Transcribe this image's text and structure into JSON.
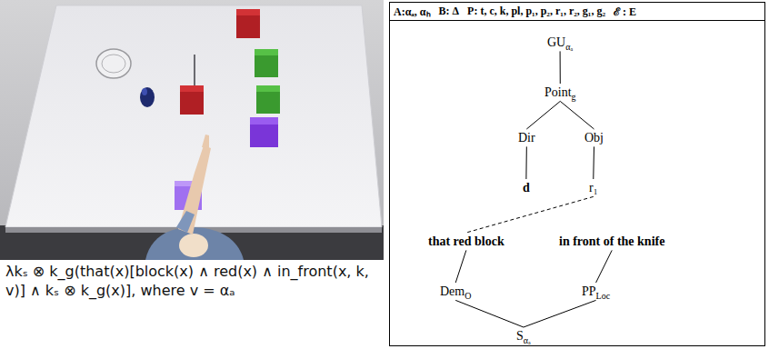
{
  "diagram": {
    "nodes": [
      {
        "text": [
          "A:αₐ, αₕ",
          "B: Δ",
          "P: t, c, k, pl, p₁, p₂, r₁, r₂, g₁, g₂",
          "ℰ : E"
        ]
      },
      {
        "text": [
          "GU",
          "αₐ"
        ],
        "in": 0
      },
      {
        "text": [
          "Point",
          "g"
        ],
        "in": 0
      },
      {
        "text": [
          "Dir"
        ],
        "in": 0
      },
      {
        "text": [
          "Obj"
        ],
        "in": 0
      },
      {
        "text": [
          "d"
        ],
        "in": 0
      },
      {
        "text": [
          "r₁"
        ],
        "in": 0
      },
      {
        "text": [
          "that red block"
        ],
        "in": 0
      },
      {
        "text": [
          "in front of the knife"
        ],
        "in": 0
      },
      {
        "text": [
          "Dem",
          "O"
        ],
        "in": 0
      },
      {
        "text": [
          "PP",
          "Loc"
        ],
        "in": 0
      },
      {
        "text": [
          "S",
          "αₐ"
        ],
        "in": 0
      }
    ],
    "edges": [
      {
        "from": 1,
        "to": 2,
        "arrow": "none"
      },
      {
        "from": 2,
        "to": 3,
        "arrow": "none"
      },
      {
        "from": 2,
        "to": 4,
        "arrow": "none"
      },
      {
        "from": 3,
        "to": 5,
        "arrow": "none"
      },
      {
        "from": 4,
        "to": 6,
        "arrow": "none"
      },
      {
        "from": 6,
        "to": 7,
        "arrow": "none"
      },
      {
        "from": 7,
        "to": 9,
        "arrow": "none"
      },
      {
        "from": 8,
        "to": 10,
        "arrow": "none"
      },
      {
        "from": 9,
        "to": 11,
        "arrow": "none"
      },
      {
        "from": 10,
        "to": 11,
        "arrow": "none"
      }
    ],
    "labels": [
      "λkₛ ⊗ k_g(that(x)[block(x) ∧ red(x) ∧ in_front(x, k, v)] ∧ kₛ ⊗ k_g(x)], where v = αₐ"
    ]
  }
}
